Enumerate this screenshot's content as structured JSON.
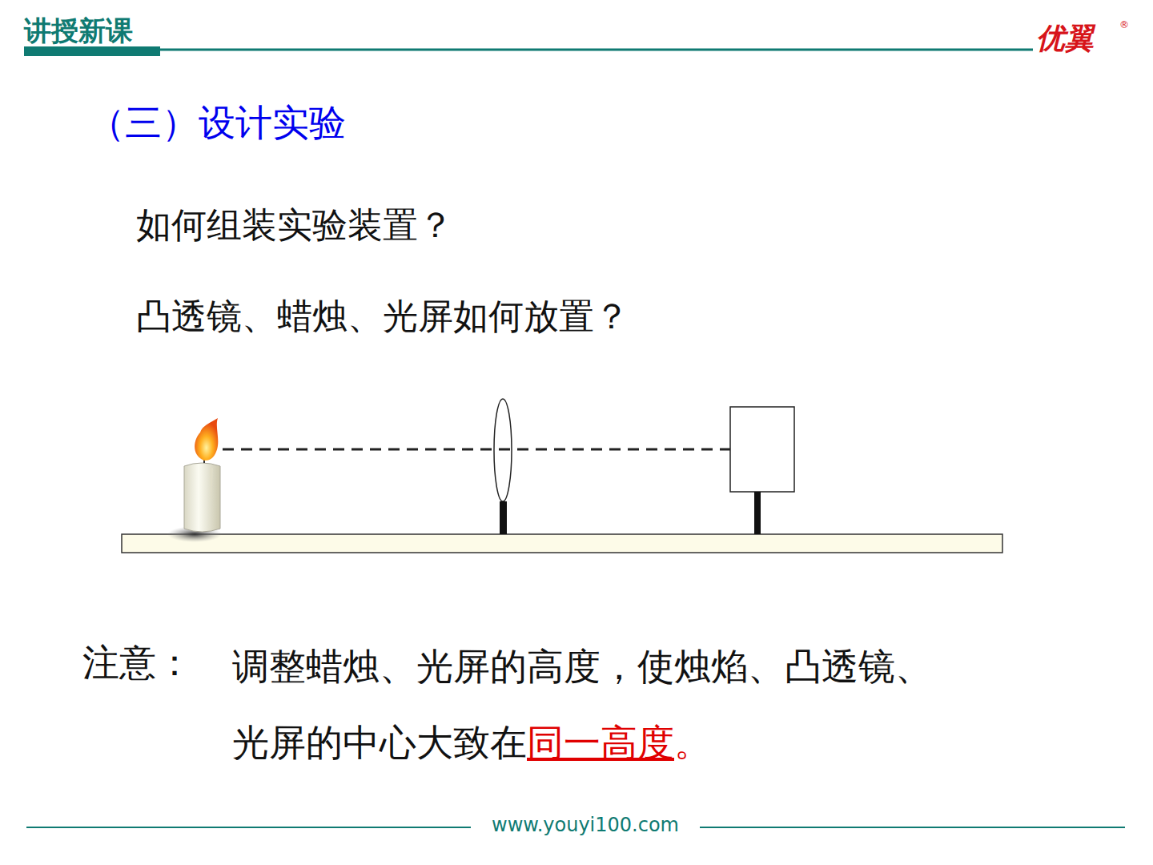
{
  "diagram": {
    "title": "（三）设计实验",
    "labels": [
      "讲授新课",
      "优翼",
      "®",
      "如何组装实验装置？",
      "凸透镜、蜡烛、光屏如何放置？",
      "注意：",
      "调整蜡烛、光屏的高度，使烛焰、凸透镜、光屏的中心大致在",
      "同一高度",
      "。",
      "www.youyi100.com"
    ]
  }
}
